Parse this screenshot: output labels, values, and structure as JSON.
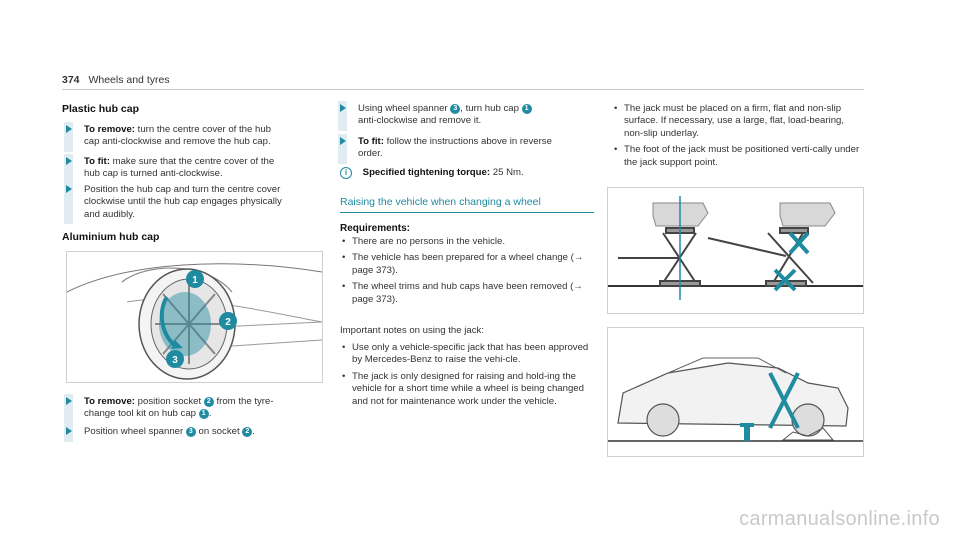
{
  "header": {
    "page_number": "374",
    "title": "Wheels and tyres"
  },
  "left": {
    "plastic_title": "Plastic hub cap",
    "steps_plastic": [
      {
        "label": "To remove:",
        "text_l1": "turn the centre cover of the hub",
        "text_l2": "cap anti-clockwise and remove the hub cap."
      },
      {
        "label": "To fit:",
        "text_l1": "make sure that the centre cover of the",
        "text_l2": "hub cap is turned anti-clockwise."
      },
      {
        "l1": "Position the hub cap and turn the centre cover",
        "l2": "clockwise until the hub cap engages physically",
        "l3": "and audibly."
      }
    ],
    "aluminium_title": "Aluminium hub cap",
    "figure_badges": [
      "1",
      "2",
      "3"
    ]
  },
  "middle": {
    "steps_alu": [
      {
        "label": "To remove:",
        "a": "position socket",
        "b1": "2",
        "c": "from the tyre-",
        "l2a": "change tool kit on hub cap",
        "b2": "1",
        "l2c": "."
      },
      {
        "a": "Position wheel spanner",
        "b1": "3",
        "c": "on socket",
        "b2": "2",
        "d": "."
      }
    ],
    "step_top": {
      "a": "Using wheel spanner",
      "b1": "3",
      "c": ", turn hub cap",
      "b2": "1",
      "l2": "anti-clockwise and remove it."
    },
    "step_fit": {
      "label": "To fit:",
      "l1": "follow the instructions above in reverse",
      "l2": "order."
    },
    "torque": {
      "icon": "info-icon",
      "label": "Specified tightening torque:",
      "value": "25 Nm."
    },
    "raising_title": "Raising the vehicle when changing a wheel",
    "requirements_label": "Requirements:",
    "requirements": [
      "There are no persons in the vehicle.",
      "The vehicle has been prepared for a wheel change (→ page 373).",
      "The wheel trims and hub caps have been removed (→ page 373)."
    ],
    "important_label": "Important notes on using the jack:",
    "important": [
      "Use only a vehicle-specific jack that has been approved by Mercedes-Benz to raise the vehi-cle.",
      "The jack is only designed for raising and hold-ing the vehicle for a short time while a wheel is being changed and not for maintenance work under the vehicle."
    ]
  },
  "right": {
    "bullets": [
      "The jack must be placed on a firm, flat and non-slip surface. If necessary, use a large, flat, load-bearing, non-slip underlay.",
      "The foot of the jack must be positioned verti-cally under the jack support point."
    ]
  },
  "watermark": "carmanualsonline.info",
  "colors": {
    "accent": "#1f8ba0",
    "text": "#333333"
  }
}
